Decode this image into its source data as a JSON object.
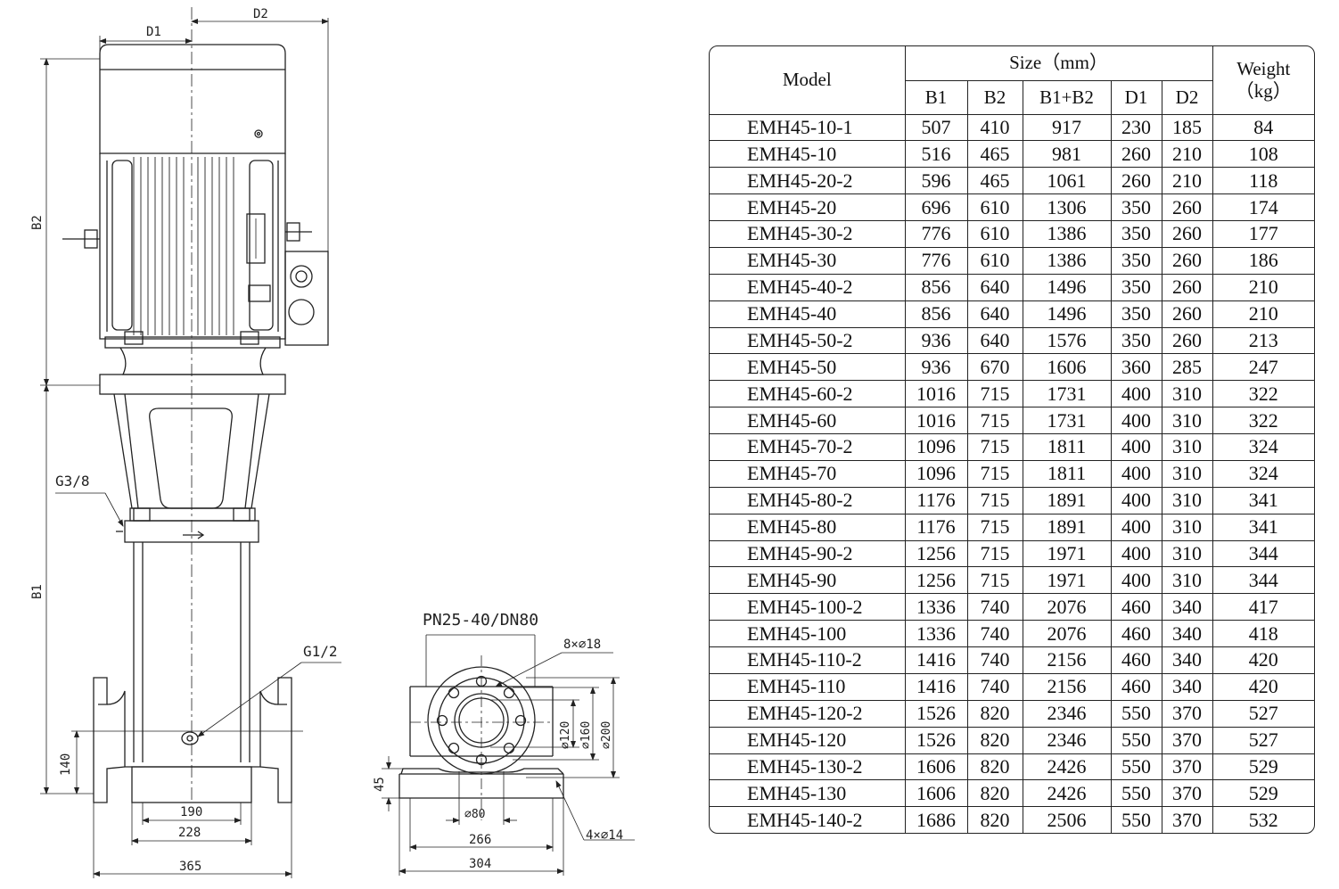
{
  "drawing": {
    "labels": {
      "d1": "D1",
      "d2": "D2",
      "b1": "B1",
      "b2": "B2",
      "g38": "G3/8",
      "g12": "G1/2",
      "h140": "140",
      "w190": "190",
      "w228": "228",
      "w365": "365",
      "flange_spec": "PN25-40/DN80",
      "holes_top": "8×⌀18",
      "dia120": "⌀120",
      "dia160": "⌀160",
      "dia200": "⌀200",
      "h45": "45",
      "dia80": "⌀80",
      "w266": "266",
      "w304": "304",
      "holes_base": "4×⌀14"
    }
  },
  "table": {
    "header": {
      "model": "Model",
      "size": "Size（mm）",
      "weight_line1": "Weight",
      "weight_line2": "（kg）",
      "cols": [
        "B1",
        "B2",
        "B1+B2",
        "D1",
        "D2"
      ]
    },
    "rows": [
      [
        "EMH45-10-1",
        "507",
        "410",
        "917",
        "230",
        "185",
        "84"
      ],
      [
        "EMH45-10",
        "516",
        "465",
        "981",
        "260",
        "210",
        "108"
      ],
      [
        "EMH45-20-2",
        "596",
        "465",
        "1061",
        "260",
        "210",
        "118"
      ],
      [
        "EMH45-20",
        "696",
        "610",
        "1306",
        "350",
        "260",
        "174"
      ],
      [
        "EMH45-30-2",
        "776",
        "610",
        "1386",
        "350",
        "260",
        "177"
      ],
      [
        "EMH45-30",
        "776",
        "610",
        "1386",
        "350",
        "260",
        "186"
      ],
      [
        "EMH45-40-2",
        "856",
        "640",
        "1496",
        "350",
        "260",
        "210"
      ],
      [
        "EMH45-40",
        "856",
        "640",
        "1496",
        "350",
        "260",
        "210"
      ],
      [
        "EMH45-50-2",
        "936",
        "640",
        "1576",
        "350",
        "260",
        "213"
      ],
      [
        "EMH45-50",
        "936",
        "670",
        "1606",
        "360",
        "285",
        "247"
      ],
      [
        "EMH45-60-2",
        "1016",
        "715",
        "1731",
        "400",
        "310",
        "322"
      ],
      [
        "EMH45-60",
        "1016",
        "715",
        "1731",
        "400",
        "310",
        "322"
      ],
      [
        "EMH45-70-2",
        "1096",
        "715",
        "1811",
        "400",
        "310",
        "324"
      ],
      [
        "EMH45-70",
        "1096",
        "715",
        "1811",
        "400",
        "310",
        "324"
      ],
      [
        "EMH45-80-2",
        "1176",
        "715",
        "1891",
        "400",
        "310",
        "341"
      ],
      [
        "EMH45-80",
        "1176",
        "715",
        "1891",
        "400",
        "310",
        "341"
      ],
      [
        "EMH45-90-2",
        "1256",
        "715",
        "1971",
        "400",
        "310",
        "344"
      ],
      [
        "EMH45-90",
        "1256",
        "715",
        "1971",
        "400",
        "310",
        "344"
      ],
      [
        "EMH45-100-2",
        "1336",
        "740",
        "2076",
        "460",
        "340",
        "417"
      ],
      [
        "EMH45-100",
        "1336",
        "740",
        "2076",
        "460",
        "340",
        "418"
      ],
      [
        "EMH45-110-2",
        "1416",
        "740",
        "2156",
        "460",
        "340",
        "420"
      ],
      [
        "EMH45-110",
        "1416",
        "740",
        "2156",
        "460",
        "340",
        "420"
      ],
      [
        "EMH45-120-2",
        "1526",
        "820",
        "2346",
        "550",
        "370",
        "527"
      ],
      [
        "EMH45-120",
        "1526",
        "820",
        "2346",
        "550",
        "370",
        "527"
      ],
      [
        "EMH45-130-2",
        "1606",
        "820",
        "2426",
        "550",
        "370",
        "529"
      ],
      [
        "EMH45-130",
        "1606",
        "820",
        "2426",
        "550",
        "370",
        "529"
      ],
      [
        "EMH45-140-2",
        "1686",
        "820",
        "2506",
        "550",
        "370",
        "532"
      ]
    ]
  }
}
